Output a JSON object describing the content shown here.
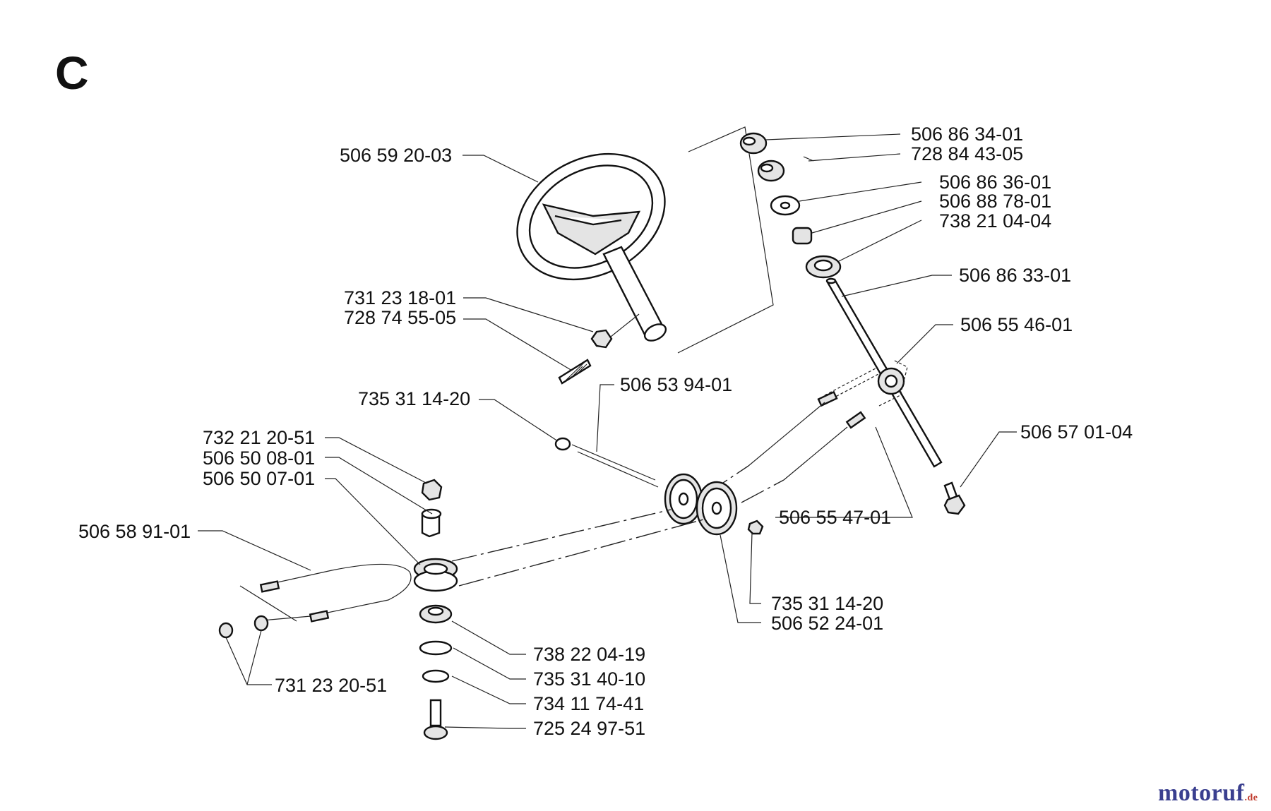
{
  "section_letter": "C",
  "watermark": {
    "name": "motoruf",
    "tld": ".de"
  },
  "part_numbers": [
    "506 59 20-03",
    "731 23 18-01",
    "728 74 55-05",
    "735 31 14-20",
    "506 53 94-01",
    "732 21 20-51",
    "506 50 08-01",
    "506 50 07-01",
    "506 58 91-01",
    "731 23 20-51",
    "738 22 04-19",
    "735 31 40-10",
    "734 11 74-41",
    "725 24 97-51",
    "506 86 34-01",
    "728 84 43-05",
    "506 86 36-01",
    "506 88 78-01",
    "738 21 04-04",
    "506 86 33-01",
    "506 55 46-01",
    "506 57 01-04",
    "506 55 47-01",
    "735 31 14-20",
    "506 52 24-01"
  ],
  "colors": {
    "ink": "#111111",
    "watermark": "#3a3f8f",
    "watermark_tld": "#c0392b"
  }
}
